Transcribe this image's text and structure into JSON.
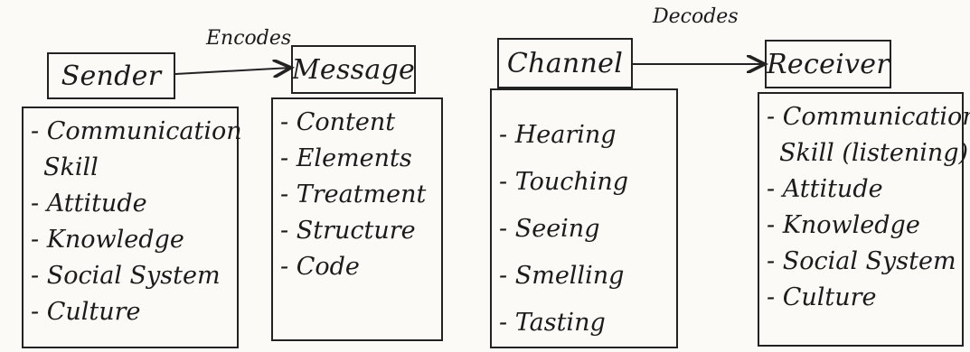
{
  "nodes": {
    "sender": {
      "label": "Sender",
      "items": [
        "Communication",
        "Skill",
        "Attitude",
        "Knowledge",
        "Social System",
        "Culture"
      ]
    },
    "message": {
      "label": "Message",
      "items": [
        "Content",
        "Elements",
        "Treatment",
        "Structure",
        "Code"
      ]
    },
    "channel": {
      "label": "Channel",
      "items": [
        "Hearing",
        "Touching",
        "Seeing",
        "Smelling",
        "Tasting"
      ]
    },
    "receiver": {
      "label": "Receiver",
      "items": [
        "Communication",
        "Skill (listening)",
        "Attitude",
        "Knowledge",
        "Social System",
        "Culture"
      ]
    }
  },
  "edges": {
    "encodes": "Encodes",
    "decodes": "Decodes"
  },
  "colors": {
    "ink": "#1b1b1b",
    "paper": "#fbfaf7"
  }
}
